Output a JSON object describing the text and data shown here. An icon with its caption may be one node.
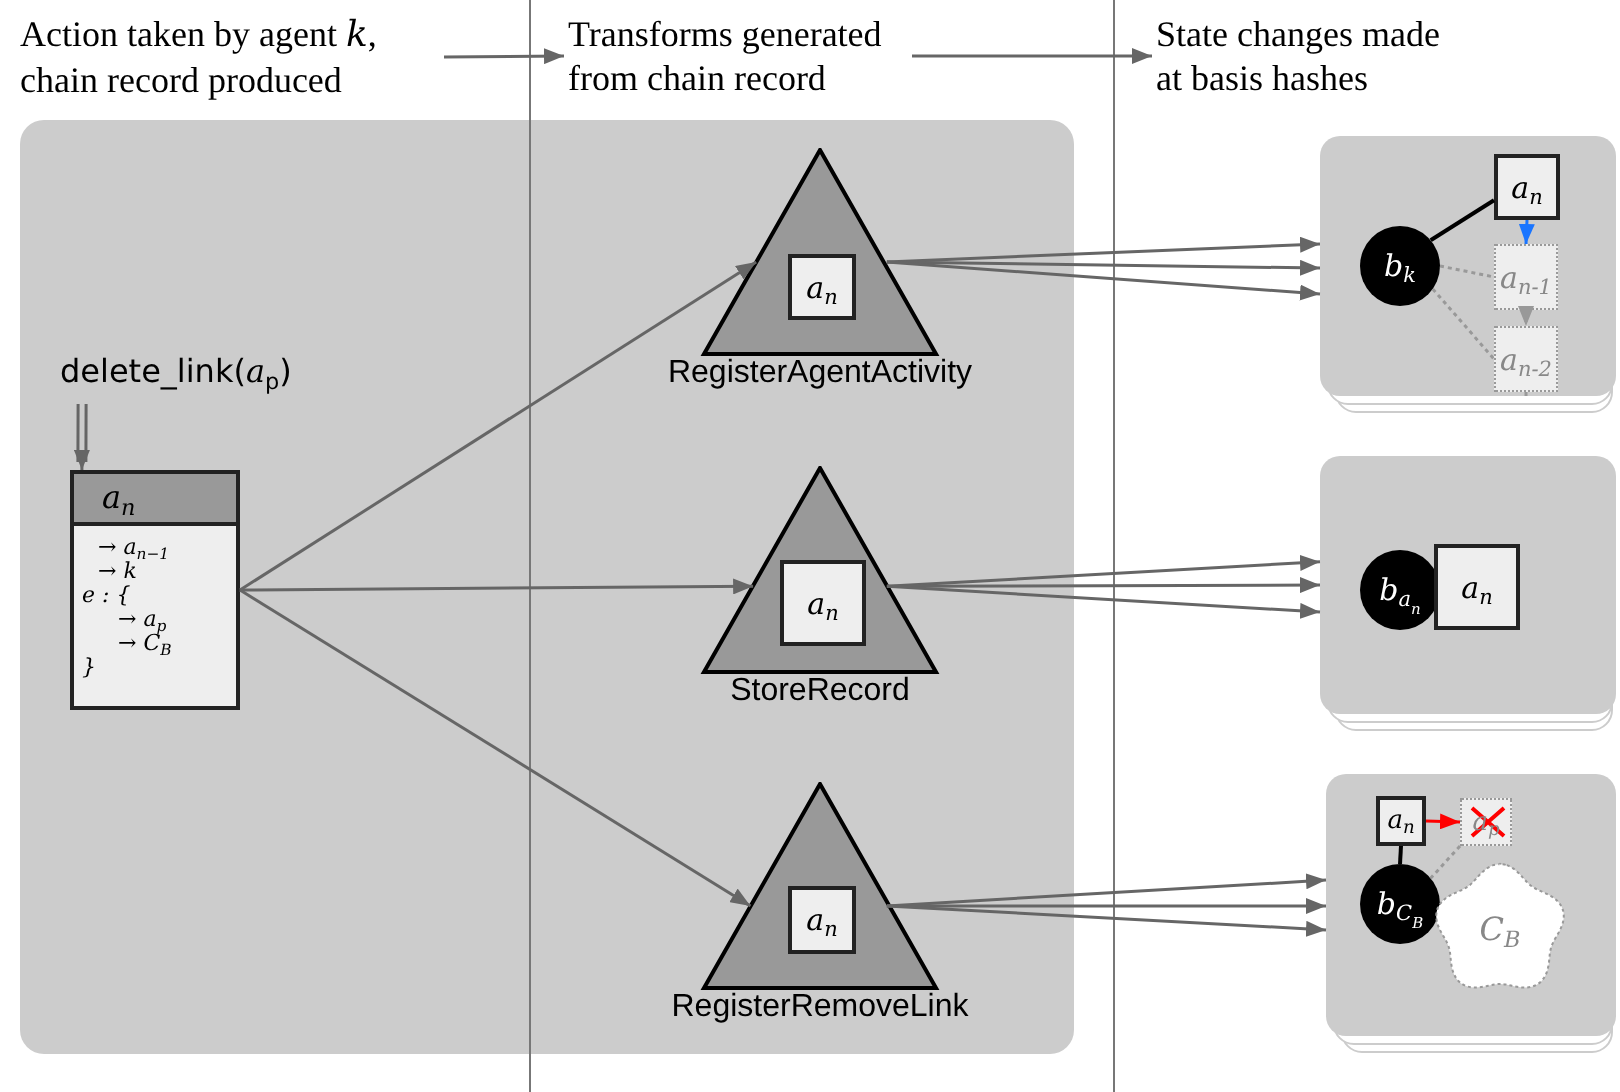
{
  "diagram": {
    "nodes": [
      {
        "text": [
          "Action taken by agent *k*, chain record produced"
        ]
      },
      {
        "text": [
          "Transforms generated from chain record"
        ]
      },
      {
        "text": [
          "State changes made at basis hashes"
        ]
      },
      {
        "text": [
          "delete_link(*a*$_{p}$)"
        ]
      },
      {
        "text": [
          "a$_{n}$",
          "→ a$_{n−1}$",
          "→ k",
          "e : {",
          "→ a$_{p}$",
          "→ C$_{B}$",
          "}"
        ]
      },
      {
        "text": [
          "RegisterAgentActivity"
        ]
      },
      {
        "text": [
          "a$_{n}$"
        ],
        "in": 5
      },
      {
        "text": [
          "StoreRecord"
        ]
      },
      {
        "text": [
          "a$_{n}$"
        ],
        "in": 7
      },
      {
        "text": [
          "RegisterRemoveLink"
        ]
      },
      {
        "text": [
          "a$_{n}$"
        ],
        "in": 9
      },
      {
        "text": [],
        "shape": "box"
      },
      {
        "text": [
          "a$_{n}$"
        ],
        "in": 11
      },
      {
        "text": [
          "b$_{k}$"
        ],
        "in": 11
      },
      {
        "text": [
          "a$_{n-1}$"
        ],
        "in": 11
      },
      {
        "text": [
          "a$_{n-2}$"
        ],
        "in": 11
      },
      {
        "text": [],
        "shape": "box"
      },
      {
        "text": [
          "b$_{a}$$_{n}$"
        ],
        "in": 16
      },
      {
        "text": [
          "a$_{n}$"
        ],
        "in": 16
      },
      {
        "text": [],
        "shape": "box"
      },
      {
        "text": [
          "a$_{n}$"
        ],
        "in": 19
      },
      {
        "text": [
          "a$_{p}$"
        ],
        "in": 19
      },
      {
        "text": [
          "b$_{C}$$_{B}$"
        ],
        "in": 19
      },
      {
        "text": [
          "C$_{B}$"
        ],
        "in": 19
      }
    ],
    "edges": [
      {
        "from": 0,
        "to": 1,
        "arrow": "to"
      },
      {
        "from": 1,
        "to": 2,
        "arrow": "to"
      },
      {
        "from": 3,
        "to": 4,
        "arrow": "to"
      },
      {
        "from": 4,
        "to": 5,
        "arrow": "to"
      },
      {
        "from": 4,
        "to": 7,
        "arrow": "to"
      },
      {
        "from": 4,
        "to": 9,
        "arrow": "to"
      },
      {
        "from": 5,
        "to": 11,
        "arrow": "to"
      },
      {
        "from": 5,
        "to": 11,
        "arrow": "to"
      },
      {
        "from": 5,
        "to": 11,
        "arrow": "to"
      },
      {
        "from": 7,
        "to": 16,
        "arrow": "to"
      },
      {
        "from": 7,
        "to": 16,
        "arrow": "to"
      },
      {
        "from": 7,
        "to": 16,
        "arrow": "to"
      },
      {
        "from": 9,
        "to": 19,
        "arrow": "to"
      },
      {
        "from": 9,
        "to": 19,
        "arrow": "to"
      },
      {
        "from": 9,
        "to": 19,
        "arrow": "to"
      },
      {
        "from": 13,
        "to": 12,
        "arrow": "none",
        "color": "#000000"
      },
      {
        "from": 12,
        "to": 14,
        "arrow": "to",
        "color": "#1a75ff"
      },
      {
        "from": 13,
        "to": 14,
        "arrow": "none",
        "style": "dashed",
        "color": "#999999"
      },
      {
        "from": 13,
        "to": 15,
        "arrow": "none",
        "style": "dashed",
        "color": "#999999"
      },
      {
        "from": 14,
        "to": 15,
        "arrow": "to",
        "style": "dashed",
        "color": "#999999"
      },
      {
        "from": 15,
        "to": null,
        "arrow": "none",
        "style": "dashed",
        "color": "#999999"
      },
      {
        "from": 20,
        "to": 22,
        "arrow": "none",
        "color": "#000000"
      },
      {
        "from": 20,
        "to": 21,
        "arrow": "to",
        "color": "#ff0000"
      },
      {
        "from": 21,
        "to": 22,
        "arrow": "none",
        "style": "dashed",
        "color": "#999999"
      }
    ]
  }
}
